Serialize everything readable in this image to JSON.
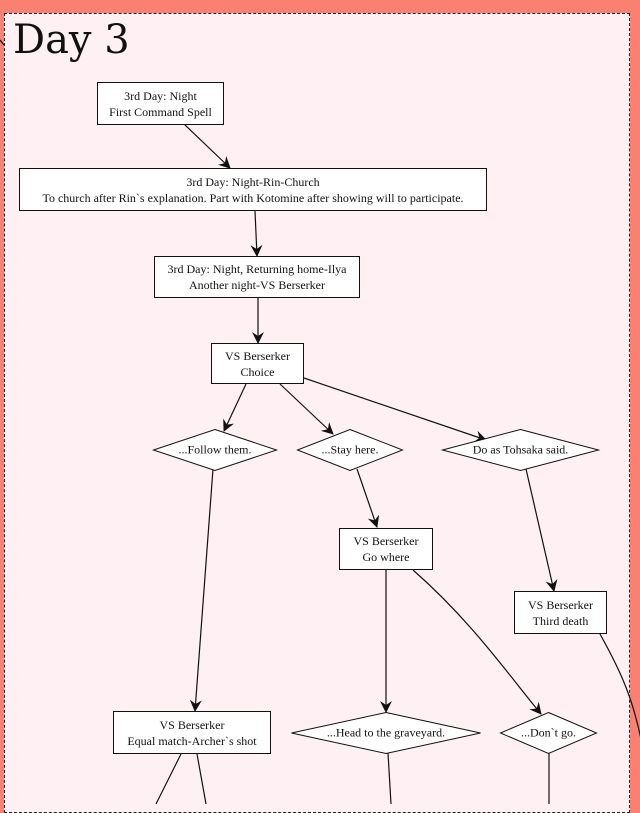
{
  "cluster": {
    "title": "Day 3",
    "background": "#fff0f3",
    "outer_background": "#fa8072"
  },
  "nodes": {
    "n1": {
      "line1": "3rd Day: Night",
      "line2": "First Command Spell"
    },
    "n2": {
      "line1": "3rd Day: Night-Rin-Church",
      "line2": "To church after Rin`s explanation. Part with Kotomine after showing will to participate."
    },
    "n3": {
      "line1": "3rd Day: Night, Returning home-Ilya",
      "line2": "Another night-VS Berserker"
    },
    "n4": {
      "line1": "VS Berserker",
      "line2": "Choice"
    },
    "d1": {
      "label": "...Follow them."
    },
    "d2": {
      "label": "...Stay here."
    },
    "d3": {
      "label": "Do as Tohsaka said."
    },
    "n5": {
      "line1": "VS Berserker",
      "line2": "Go where"
    },
    "n6": {
      "line1": "VS Berserker",
      "line2": "Third death"
    },
    "n7": {
      "line1": "VS Berserker",
      "line2": "Equal match-Archer`s shot"
    },
    "d4": {
      "label": "...Head to the graveyard."
    },
    "d5": {
      "label": "...Don`t go."
    }
  },
  "edges": [
    {
      "from": "n1",
      "to": "n2"
    },
    {
      "from": "n2",
      "to": "n3"
    },
    {
      "from": "n3",
      "to": "n4"
    },
    {
      "from": "n4",
      "to": "d1"
    },
    {
      "from": "n4",
      "to": "d2"
    },
    {
      "from": "n4",
      "to": "d3"
    },
    {
      "from": "d1",
      "to": "n7"
    },
    {
      "from": "d2",
      "to": "n5"
    },
    {
      "from": "d3",
      "to": "n6"
    },
    {
      "from": "n5",
      "to": "d4"
    },
    {
      "from": "n5",
      "to": "d5"
    }
  ]
}
